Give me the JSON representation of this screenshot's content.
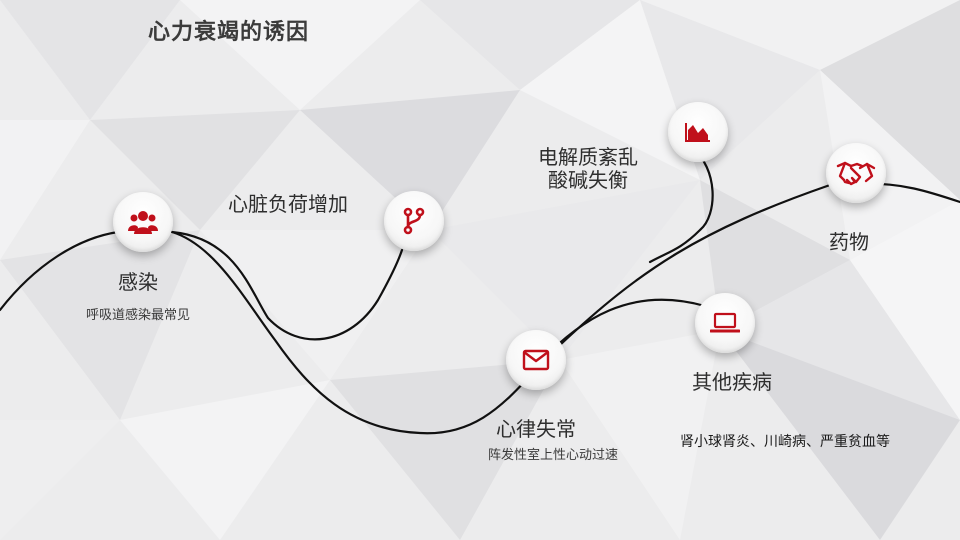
{
  "title": "心力衰竭的诱因",
  "colors": {
    "accent": "#c0101b",
    "line": "#111111",
    "text": "#2e2e2e"
  },
  "nodes": {
    "infection": {
      "label": "感染",
      "desc": "呼吸道感染最常见",
      "icon": "group-icon"
    },
    "load": {
      "label": "心脏负荷增加",
      "icon": "fork-icon"
    },
    "electrolyte": {
      "line1": "电解质紊乱",
      "line2": "酸碱失衡",
      "icon": "area-chart-icon"
    },
    "arrhythmia": {
      "label": "心律失常",
      "desc": "阵发性室上性心动过速",
      "icon": "envelope-icon"
    },
    "other": {
      "label": "其他疾病",
      "desc": "肾小球肾炎、川崎病、严重贫血等",
      "icon": "laptop-icon"
    },
    "drug": {
      "label": "药物",
      "icon": "handshake-icon"
    }
  }
}
